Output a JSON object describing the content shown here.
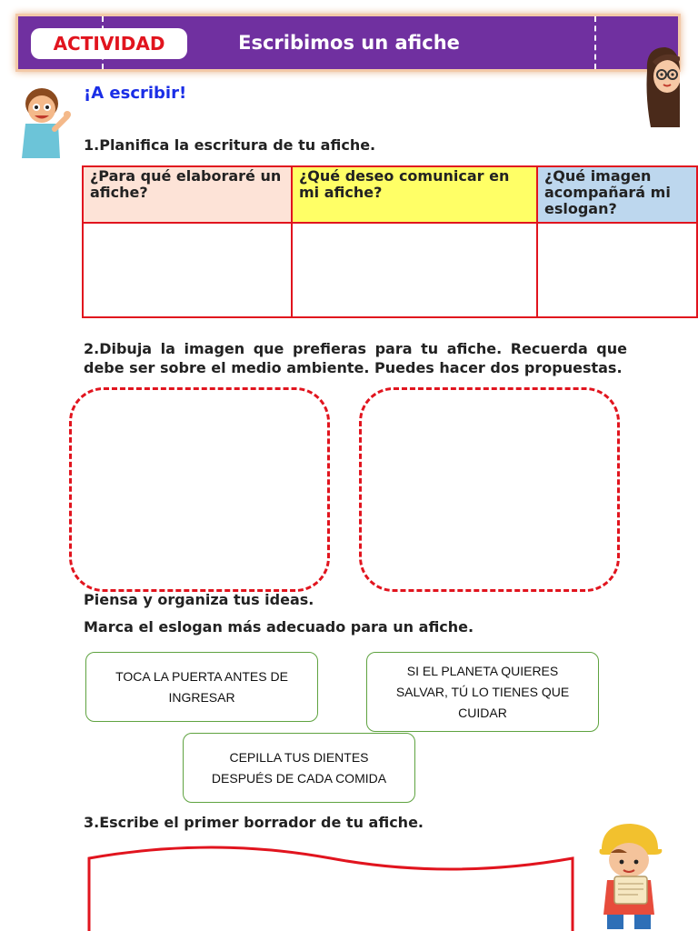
{
  "header": {
    "badge": "ACTIVIDAD",
    "title": "Escribimos un afiche"
  },
  "section_title": "¡A escribir!",
  "step1": {
    "heading": "1.Planifica la escritura de tu afiche.",
    "table": {
      "headers": [
        "¿Para qué elaboraré un afiche?",
        "¿Qué deseo comunicar en mi afiche?",
        "¿Qué imagen acompañará mi eslogan?"
      ],
      "header_colors": [
        "#fde3d7",
        "#ffff66",
        "#bdd7ee"
      ]
    }
  },
  "step2": {
    "text": "2.Dibuja la imagen que prefieras para tu afiche. Recuerda que debe ser sobre el medio ambiente. Puedes hacer dos propuestas."
  },
  "think": "Piensa y organiza tus ideas.",
  "mark": "Marca el eslogan más adecuado para un afiche.",
  "slogans": [
    "TOCA LA PUERTA ANTES DE INGRESAR",
    "SI EL PLANETA QUIERES SALVAR, TÚ LO TIENES QUE CUIDAR",
    "CEPILLA TUS DIENTES DESPUÉS DE CADA COMIDA"
  ],
  "step3": {
    "heading": "3.Escribe el primer borrador de tu afiche."
  },
  "colors": {
    "banner": "#7030a0",
    "accent_red": "#e1141e",
    "heading_blue": "#1a2ee6",
    "slogan_border": "#5fa340"
  },
  "icons": [
    "boy-pointing-icon",
    "girl-with-glasses-icon",
    "kid-reading-scroll-icon"
  ]
}
